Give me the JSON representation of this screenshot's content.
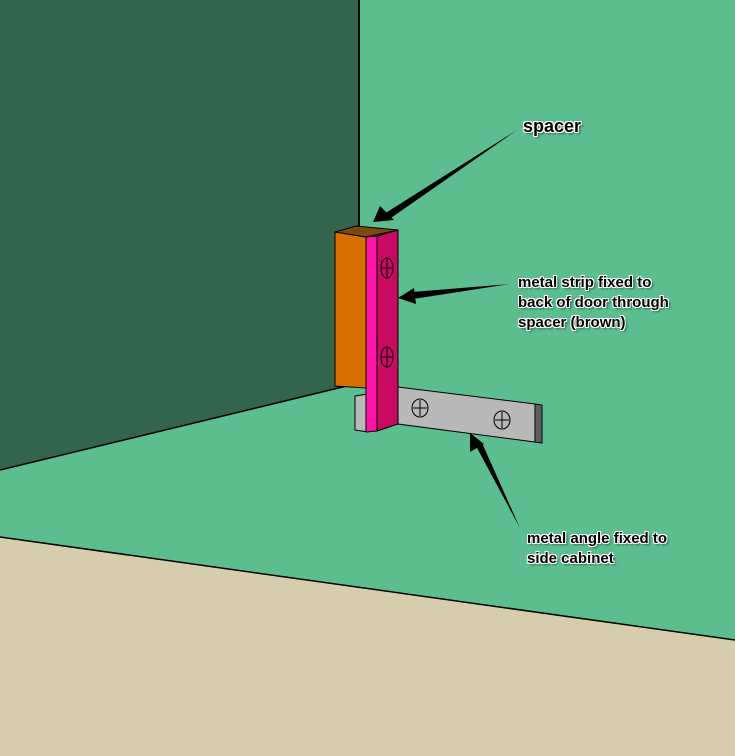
{
  "diagram": {
    "labels": {
      "spacer": "spacer",
      "metal_strip": "metal strip fixed to\nback of door through\nspacer (brown)",
      "metal_angle": "metal angle fixed to\nside cabinet"
    },
    "colors": {
      "left_wall": "#33654d",
      "back_wall": "#5cbe8e",
      "floor": "#d6cdad",
      "spacer_front": "#d87000",
      "spacer_top": "#7a4a10",
      "strip_side": "#ff14a8",
      "strip_front": "#c80a62",
      "angle_face": "#b8b8b8",
      "angle_end": "#5e5e5e"
    }
  }
}
